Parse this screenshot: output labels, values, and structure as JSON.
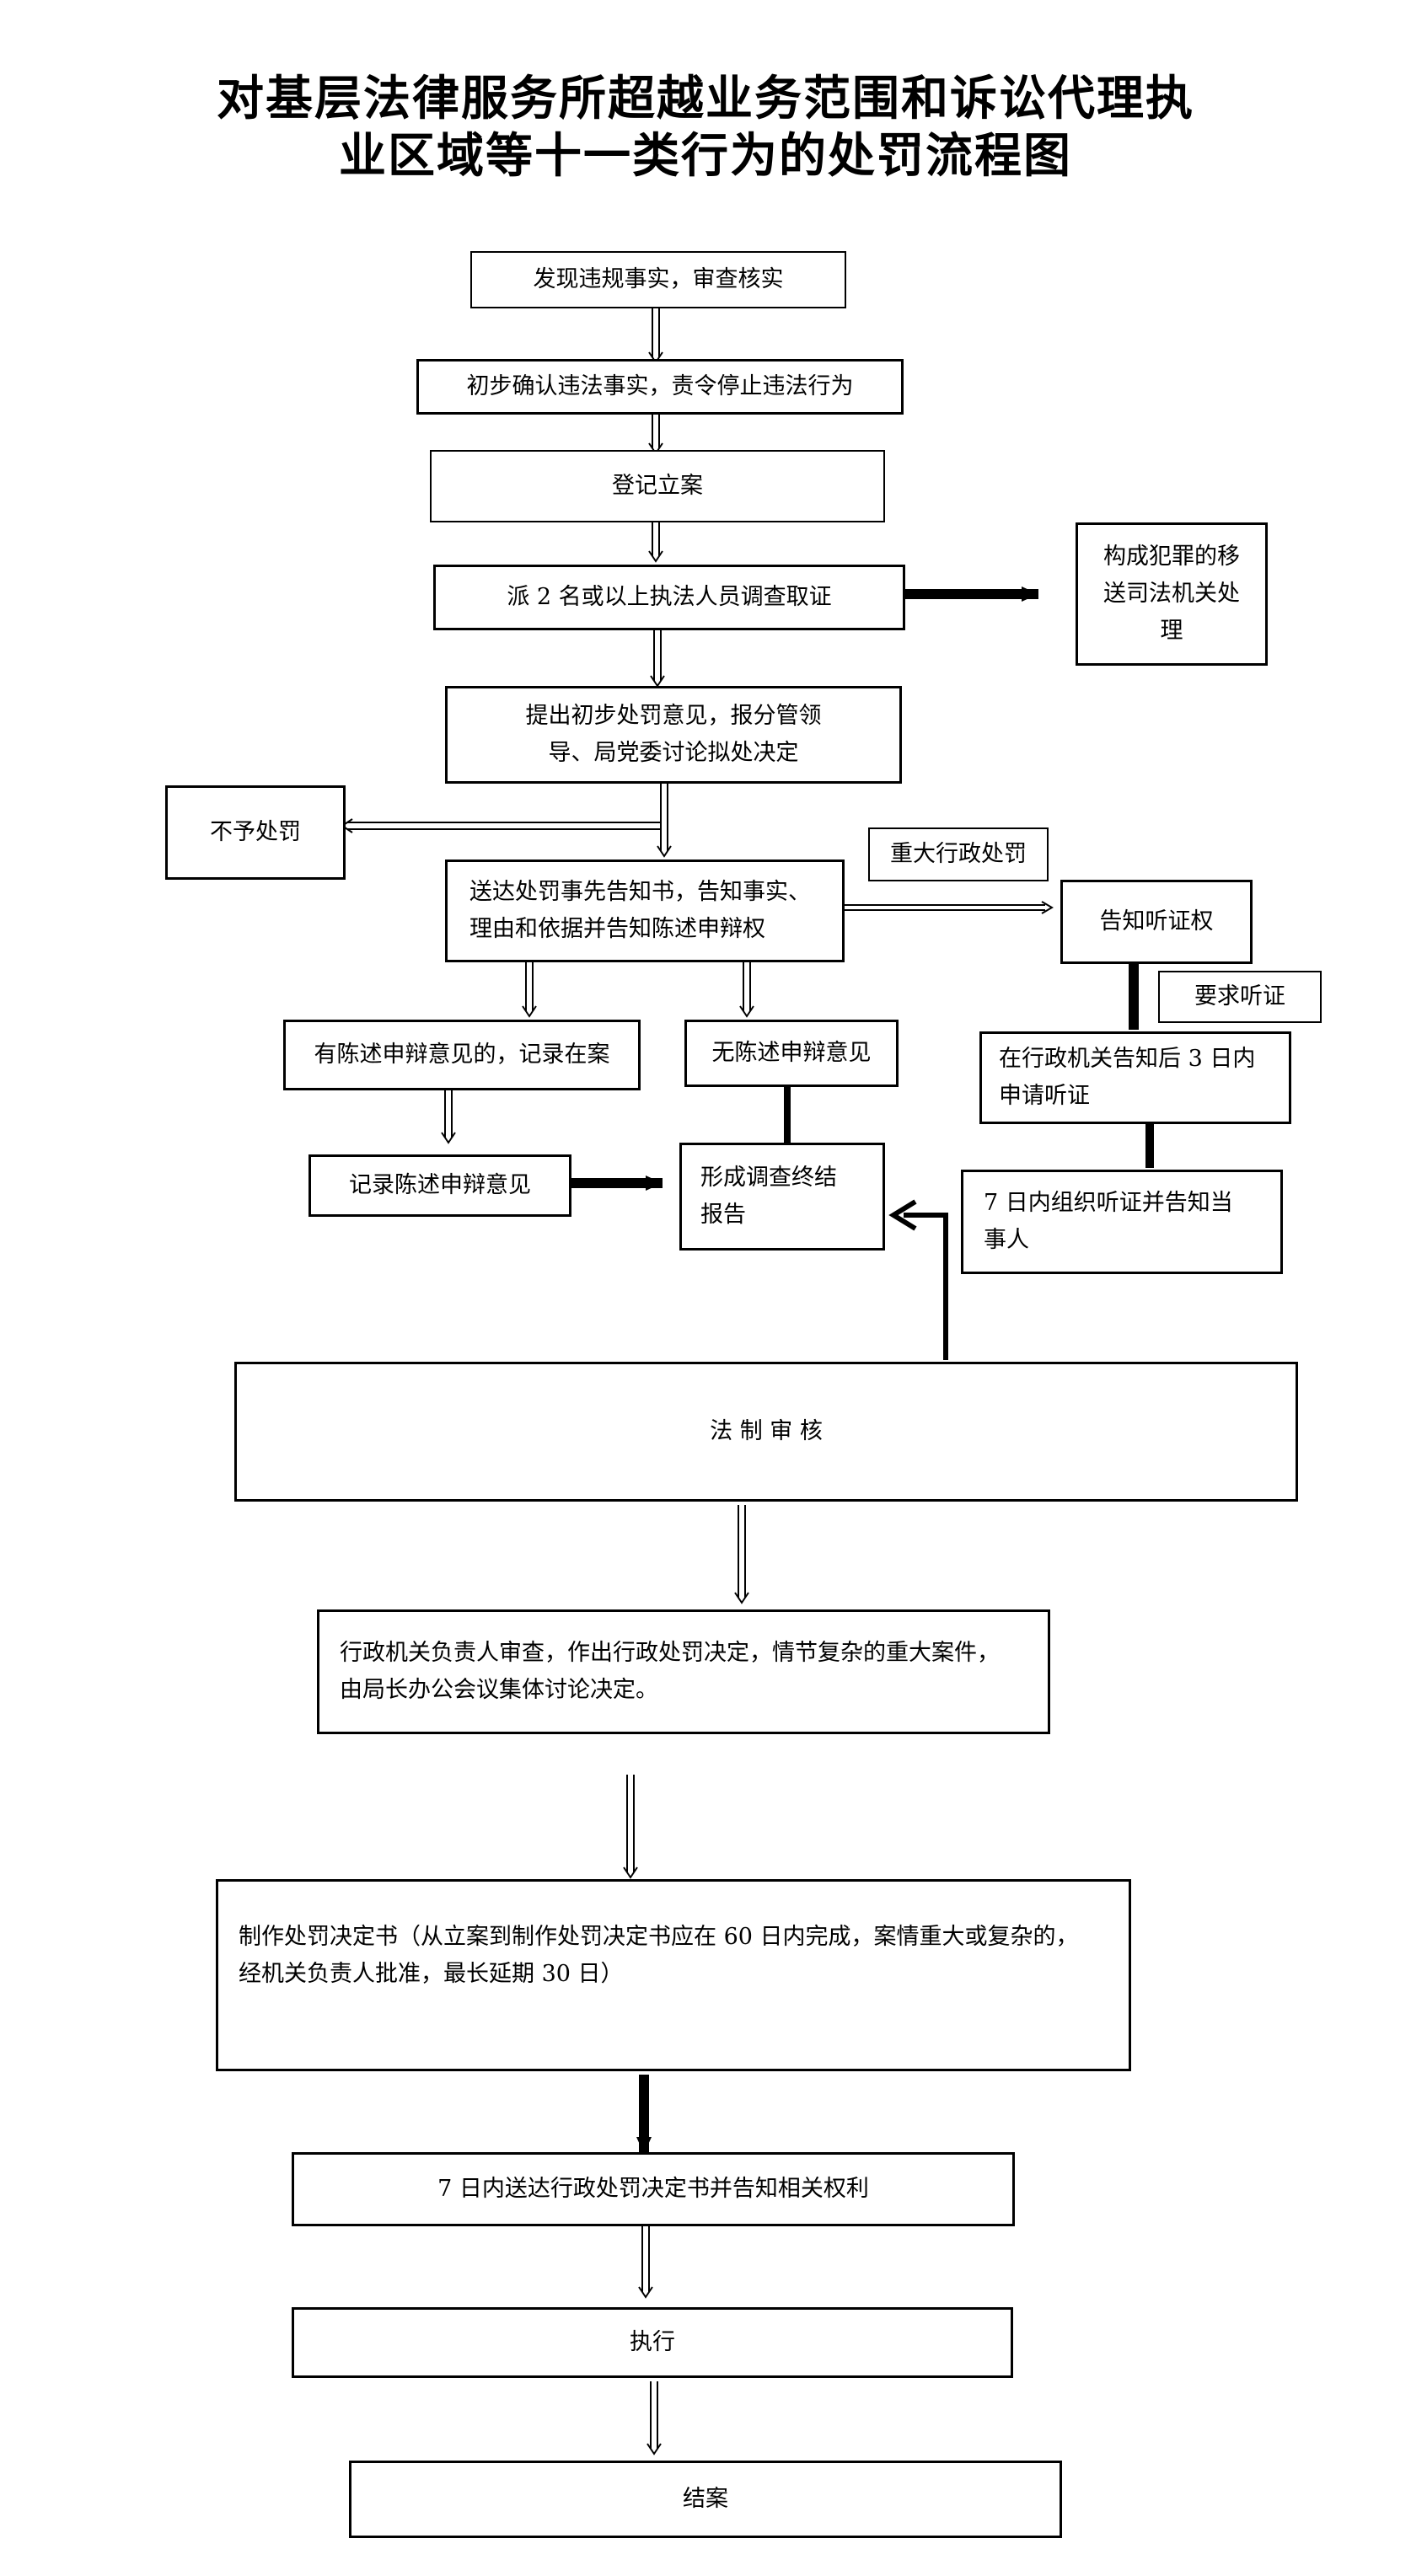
{
  "title": {
    "line1": "对基层法律服务所超越业务范围和诉讼代理执",
    "line2": "业区域等十一类行为的处罚流程图"
  },
  "nodes": {
    "discover": "发现违规事实，审查核实",
    "confirm": "初步确认违法事实，责令停止违法行为",
    "register": "登记立案",
    "investigate": "派 2 名或以上执法人员调查取证",
    "transfer": "构成犯罪的移\n送司法机关处\n理",
    "proposal": "提出初步处罚意见，报分管领\n导、局党委讨论拟处决定",
    "no_penalty": "不予处罚",
    "notice": "送达处罚事先告知书，告知事实、\n理由和依据并告知陈述申辩权",
    "major_penalty": "重大行政处罚",
    "hearing_right": "告知听证权",
    "request_hearing": "要求听证",
    "with_statement": "有陈述申辩意见的，记录在案",
    "no_statement": "无陈述申辩意见",
    "apply_hearing": "在行政机关告知后 3 日内\n申请听证",
    "record_statement": "记录陈述申辩意见",
    "final_report": "形成调查终结\n报告",
    "organize_hearing": "7 日内组织听证并告知当\n事人",
    "legal_review": "法 制 审 核",
    "decision": "行政机关负责人审查，作出行政处罚决定，情节复杂的重大案件，\n由局长办公会议集体讨论决定。",
    "make_decision": "制作处罚决定书（从立案到制作处罚决定书应在 60 日内完成，案情重大或复杂的，\n经机关负责人批准，最长延期 30 日）",
    "deliver": "7 日内送达行政处罚决定书并告知相关权利",
    "execute": "执行",
    "close": "结案"
  }
}
